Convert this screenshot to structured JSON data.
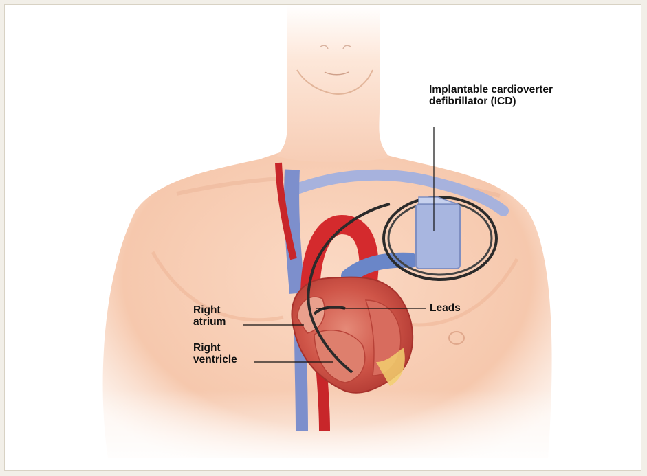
{
  "labels": {
    "icd": [
      "Implantable cardioverter",
      "defibrillator (ICD)"
    ],
    "leads": "Leads",
    "right_atrium": [
      "Right",
      "atrium"
    ],
    "right_ventricle": [
      "Right",
      "ventricle"
    ]
  },
  "colors": {
    "background": "#ffffff",
    "outer_background": "#f2efe8",
    "skin": "#f7cfb6",
    "skin_shadow": "#e9ab8c",
    "artery": "#d8262a",
    "vein": "#8f9fd0",
    "heart": "#c9443c",
    "device": "#a8b6e0",
    "lead_wire": "#2b2b2b",
    "label_text": "#111111"
  }
}
